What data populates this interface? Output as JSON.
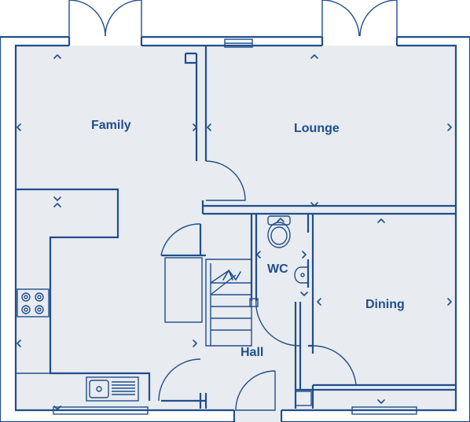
{
  "rooms": [
    {
      "name": "Family"
    },
    {
      "name": "Lounge"
    },
    {
      "name": "WC"
    },
    {
      "name": "Dining"
    },
    {
      "name": "Hall"
    }
  ],
  "colors": {
    "wall": "#1f4e8c",
    "floor": "#e8ebf0",
    "background": "#ffffff"
  },
  "icons": [
    "hob-icon",
    "sink-icon",
    "toilet-icon",
    "basin-icon",
    "stairs-icon",
    "french-doors-icon",
    "window-icon",
    "door-icon",
    "dimension-marker-icon"
  ]
}
